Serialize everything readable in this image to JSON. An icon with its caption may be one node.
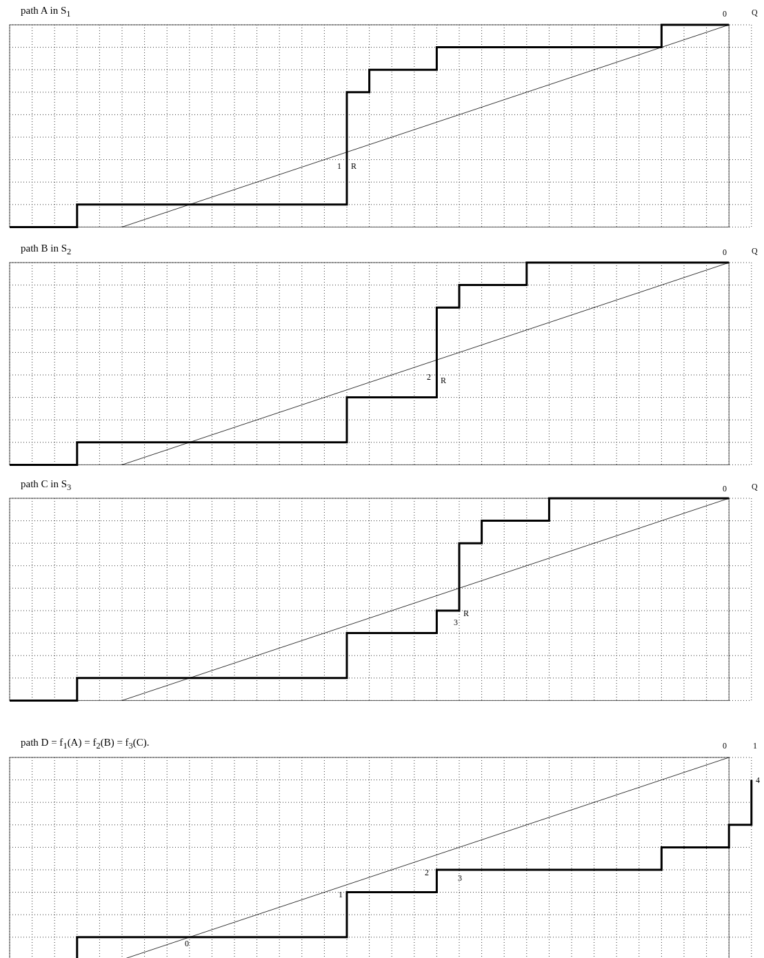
{
  "diagram": {
    "labels": [
      "path A in S$_{1}$",
      "0",
      "Q",
      "1",
      "R",
      "path B in S$_{2}$",
      "0",
      "Q",
      "2",
      "R",
      "path C in S$_{3}$",
      "0",
      "Q",
      "R",
      "3",
      "path D = f$_{1}$(A) =  f$_{2}$(B) =  f$_{3}$(C).",
      "0",
      "1",
      "4",
      "2",
      "3",
      "1",
      "0"
    ]
  }
}
